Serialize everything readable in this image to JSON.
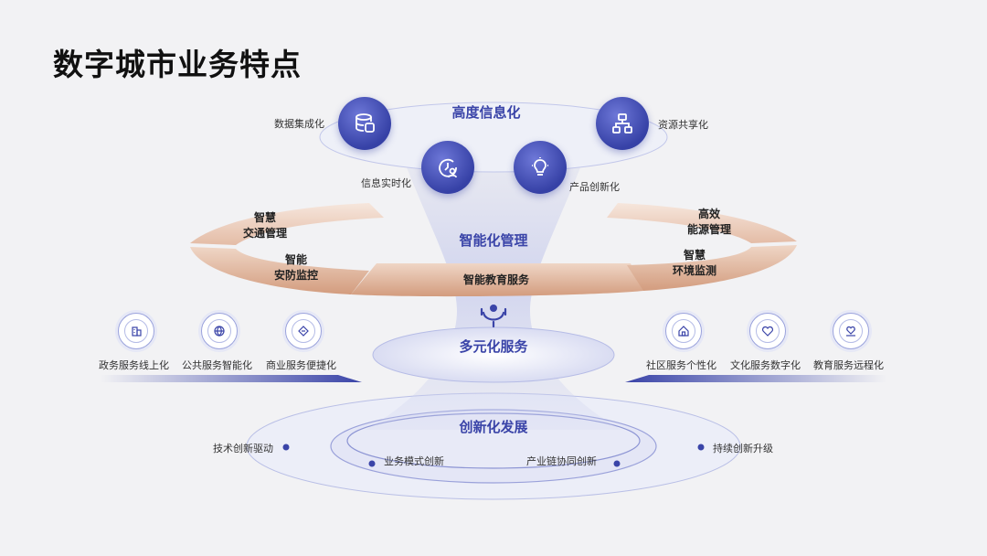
{
  "title": "数字城市业务特点",
  "layer1": {
    "heading": "高度信息化",
    "items": [
      {
        "label": "数据集成化",
        "icon": "database-icon"
      },
      {
        "label": "信息实时化",
        "icon": "realtime-clock-icon"
      },
      {
        "label": "产品创新化",
        "icon": "lightbulb-icon"
      },
      {
        "label": "资源共享化",
        "icon": "sharing-network-icon"
      }
    ]
  },
  "layer2": {
    "heading": "智能化管理",
    "segments": [
      {
        "line1": "智慧",
        "line2": "交通管理"
      },
      {
        "line1": "智能",
        "line2": "安防监控"
      },
      {
        "line1": "",
        "line2": "智能教育服务"
      },
      {
        "line1": "高效",
        "line2": "能源管理"
      },
      {
        "line1": "智慧",
        "line2": "环境监测"
      }
    ]
  },
  "layer3": {
    "heading": "多元化服务",
    "left_items": [
      {
        "label": "政务服务线上化",
        "icon": "building-icon"
      },
      {
        "label": "公共服务智能化",
        "icon": "globe-icon"
      },
      {
        "label": "商业服务便捷化",
        "icon": "shop-icon"
      }
    ],
    "right_items": [
      {
        "label": "社区服务个性化",
        "icon": "home-icon"
      },
      {
        "label": "文化服务数字化",
        "icon": "heart-icon"
      },
      {
        "label": "教育服务远程化",
        "icon": "heart-hand-icon"
      }
    ]
  },
  "layer4": {
    "heading": "创新化发展",
    "items": [
      "技术创新驱动",
      "业务模式创新",
      "产业链协同创新",
      "持续创新升级"
    ]
  },
  "colors": {
    "accent": "#3a44a8",
    "segment": "#d9a488",
    "segment_light": "#f0d8c8"
  }
}
